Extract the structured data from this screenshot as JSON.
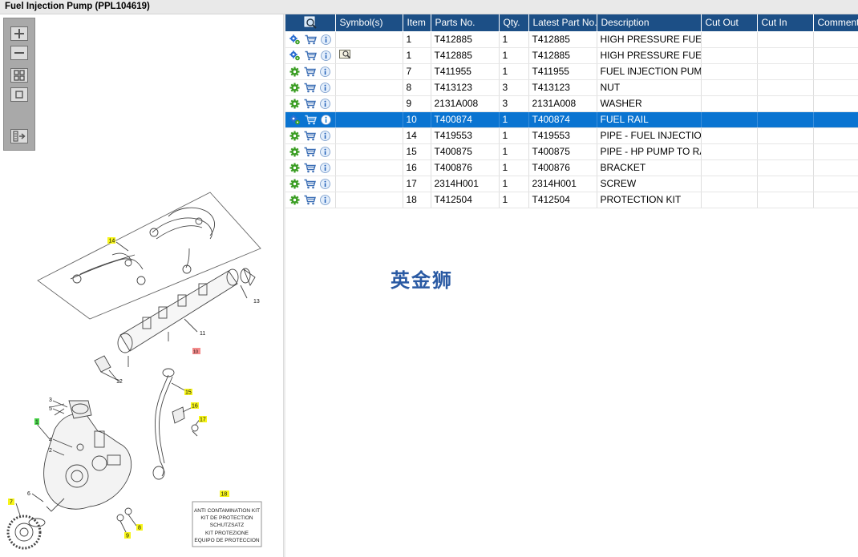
{
  "window": {
    "title": "Fuel Injection Pump (PPL104619)"
  },
  "watermark": "英金狮",
  "columns": [
    "Symbol(s)",
    "Item",
    "Parts No.",
    "Qty.",
    "Latest Part No.",
    "Description",
    "Cut Out",
    "Cut In",
    "Comment"
  ],
  "rows": [
    {
      "item": "1",
      "part_no": "T412885",
      "qty": "1",
      "latest": "T412885",
      "description": "HIGH PRESSURE FUEL PU",
      "symbol": "",
      "variant": "gear-blue",
      "selected": false
    },
    {
      "item": "1",
      "part_no": "T412885",
      "qty": "1",
      "latest": "T412885",
      "description": "HIGH PRESSURE FUEL PU",
      "symbol": "image-search-icon",
      "variant": "gear-blue",
      "selected": false
    },
    {
      "item": "7",
      "part_no": "T411955",
      "qty": "1",
      "latest": "T411955",
      "description": "FUEL INJECTION PUMP G",
      "symbol": "",
      "variant": "gear",
      "selected": false
    },
    {
      "item": "8",
      "part_no": "T413123",
      "qty": "3",
      "latest": "T413123",
      "description": "NUT",
      "symbol": "",
      "variant": "gear",
      "selected": false
    },
    {
      "item": "9",
      "part_no": "2131A008",
      "qty": "3",
      "latest": "2131A008",
      "description": "WASHER",
      "symbol": "",
      "variant": "gear",
      "selected": false
    },
    {
      "item": "10",
      "part_no": "T400874",
      "qty": "1",
      "latest": "T400874",
      "description": "FUEL RAIL",
      "symbol": "",
      "variant": "gear-blue",
      "selected": true
    },
    {
      "item": "14",
      "part_no": "T419553",
      "qty": "1",
      "latest": "T419553",
      "description": "PIPE - FUEL INJECTION",
      "symbol": "",
      "variant": "gear",
      "selected": false
    },
    {
      "item": "15",
      "part_no": "T400875",
      "qty": "1",
      "latest": "T400875",
      "description": "PIPE - HP PUMP TO RAIL",
      "symbol": "",
      "variant": "gear",
      "selected": false
    },
    {
      "item": "16",
      "part_no": "T400876",
      "qty": "1",
      "latest": "T400876",
      "description": "BRACKET",
      "symbol": "",
      "variant": "gear",
      "selected": false
    },
    {
      "item": "17",
      "part_no": "2314H001",
      "qty": "1",
      "latest": "2314H001",
      "description": "SCREW",
      "symbol": "",
      "variant": "gear",
      "selected": false
    },
    {
      "item": "18",
      "part_no": "T412504",
      "qty": "1",
      "latest": "T412504",
      "description": "PROTECTION KIT",
      "symbol": "",
      "variant": "gear",
      "selected": false
    }
  ],
  "diagram": {
    "callouts": [
      {
        "label": "14",
        "color": "#f7f51a"
      },
      {
        "label": "13",
        "color": "none"
      },
      {
        "label": "11",
        "color": "none"
      },
      {
        "label": "10",
        "color": "#f48b8b"
      },
      {
        "label": "12",
        "color": "none"
      },
      {
        "label": "15",
        "color": "#f7f51a"
      },
      {
        "label": "16",
        "color": "#f7f51a"
      },
      {
        "label": "17",
        "color": "#f7f51a"
      },
      {
        "label": "1",
        "color": "#4cd64c"
      },
      {
        "label": "3",
        "color": "none"
      },
      {
        "label": "5",
        "color": "none"
      },
      {
        "label": "4",
        "color": "none"
      },
      {
        "label": "2",
        "color": "none"
      },
      {
        "label": "6",
        "color": "none"
      },
      {
        "label": "7",
        "color": "#f7f51a"
      },
      {
        "label": "8",
        "color": "#f7f51a"
      },
      {
        "label": "9",
        "color": "#f7f51a"
      },
      {
        "label": "18",
        "color": "#f7f51a"
      }
    ],
    "kit_lines": [
      "ANTI CONTAMINATION KIT",
      "KIT DE PROTECTION",
      "SCHUTZSATZ",
      "KIT PROTEZIONE",
      "EQUIPO DE PROTECCION"
    ]
  },
  "colors": {
    "header_bg": "#1c4f86",
    "selection_bg": "#0a74d1",
    "gear_green": "#3a9d23",
    "cart_blue": "#3c6fb5"
  }
}
